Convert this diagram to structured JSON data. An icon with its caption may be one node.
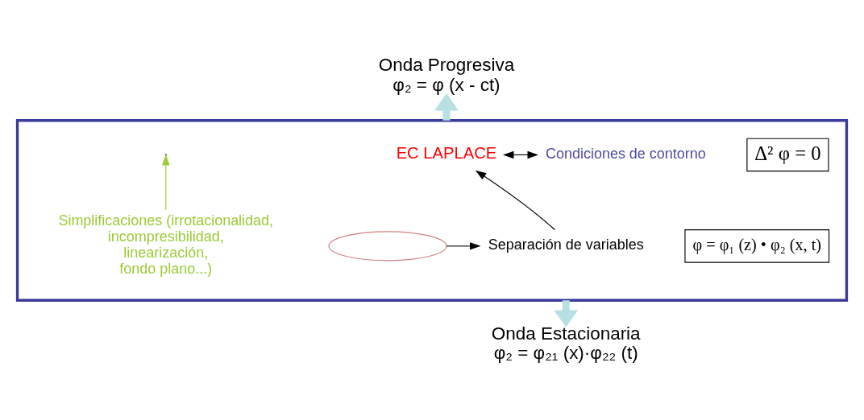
{
  "diagram": {
    "nodes": [
      {
        "text": [],
        "shape": "box"
      },
      {
        "text": [
          "Onda Progresiva",
          "φ₂ = φ (x - ct)"
        ]
      },
      {
        "text": [
          "Onda Estacionaria",
          "φ₂ = φ₂₁ (x)·φ₂₂ (t)"
        ]
      },
      {
        "text": [
          "Δ² φ = 0"
        ],
        "in": 0
      },
      {
        "text": [
          "EC LAPLACE"
        ],
        "in": 0
      },
      {
        "text": [
          "Condiciones de contorno"
        ],
        "in": 0
      },
      {
        "text": [
          "φ = φ₁ (z) • φ₂ (x, t)"
        ],
        "in": 0
      },
      {
        "text": [
          "Separación de variables"
        ],
        "in": 0
      },
      {
        "text": [
          "Simplificaciones (irrotacionalidad, incompresibilidad, linearización, fondo plano...)"
        ],
        "in": 0
      },
      {
        "text": [],
        "shape": "ellipse",
        "in": 0
      }
    ],
    "edges": [
      {
        "from": 0,
        "to": 1,
        "arrow": "to",
        "style": "thick",
        "color": "#b7e0e3"
      },
      {
        "from": 0,
        "to": 2,
        "arrow": "to",
        "style": "thick",
        "color": "#b7e0e3"
      },
      {
        "from": 7,
        "to": 4,
        "arrow": "to"
      },
      {
        "from": 4,
        "to": 5,
        "arrow": "both"
      },
      {
        "from": 8,
        "to": null,
        "arrow": "to",
        "color": "#99cc33"
      },
      {
        "from": 9,
        "to": 7,
        "arrow": "to"
      }
    ]
  }
}
